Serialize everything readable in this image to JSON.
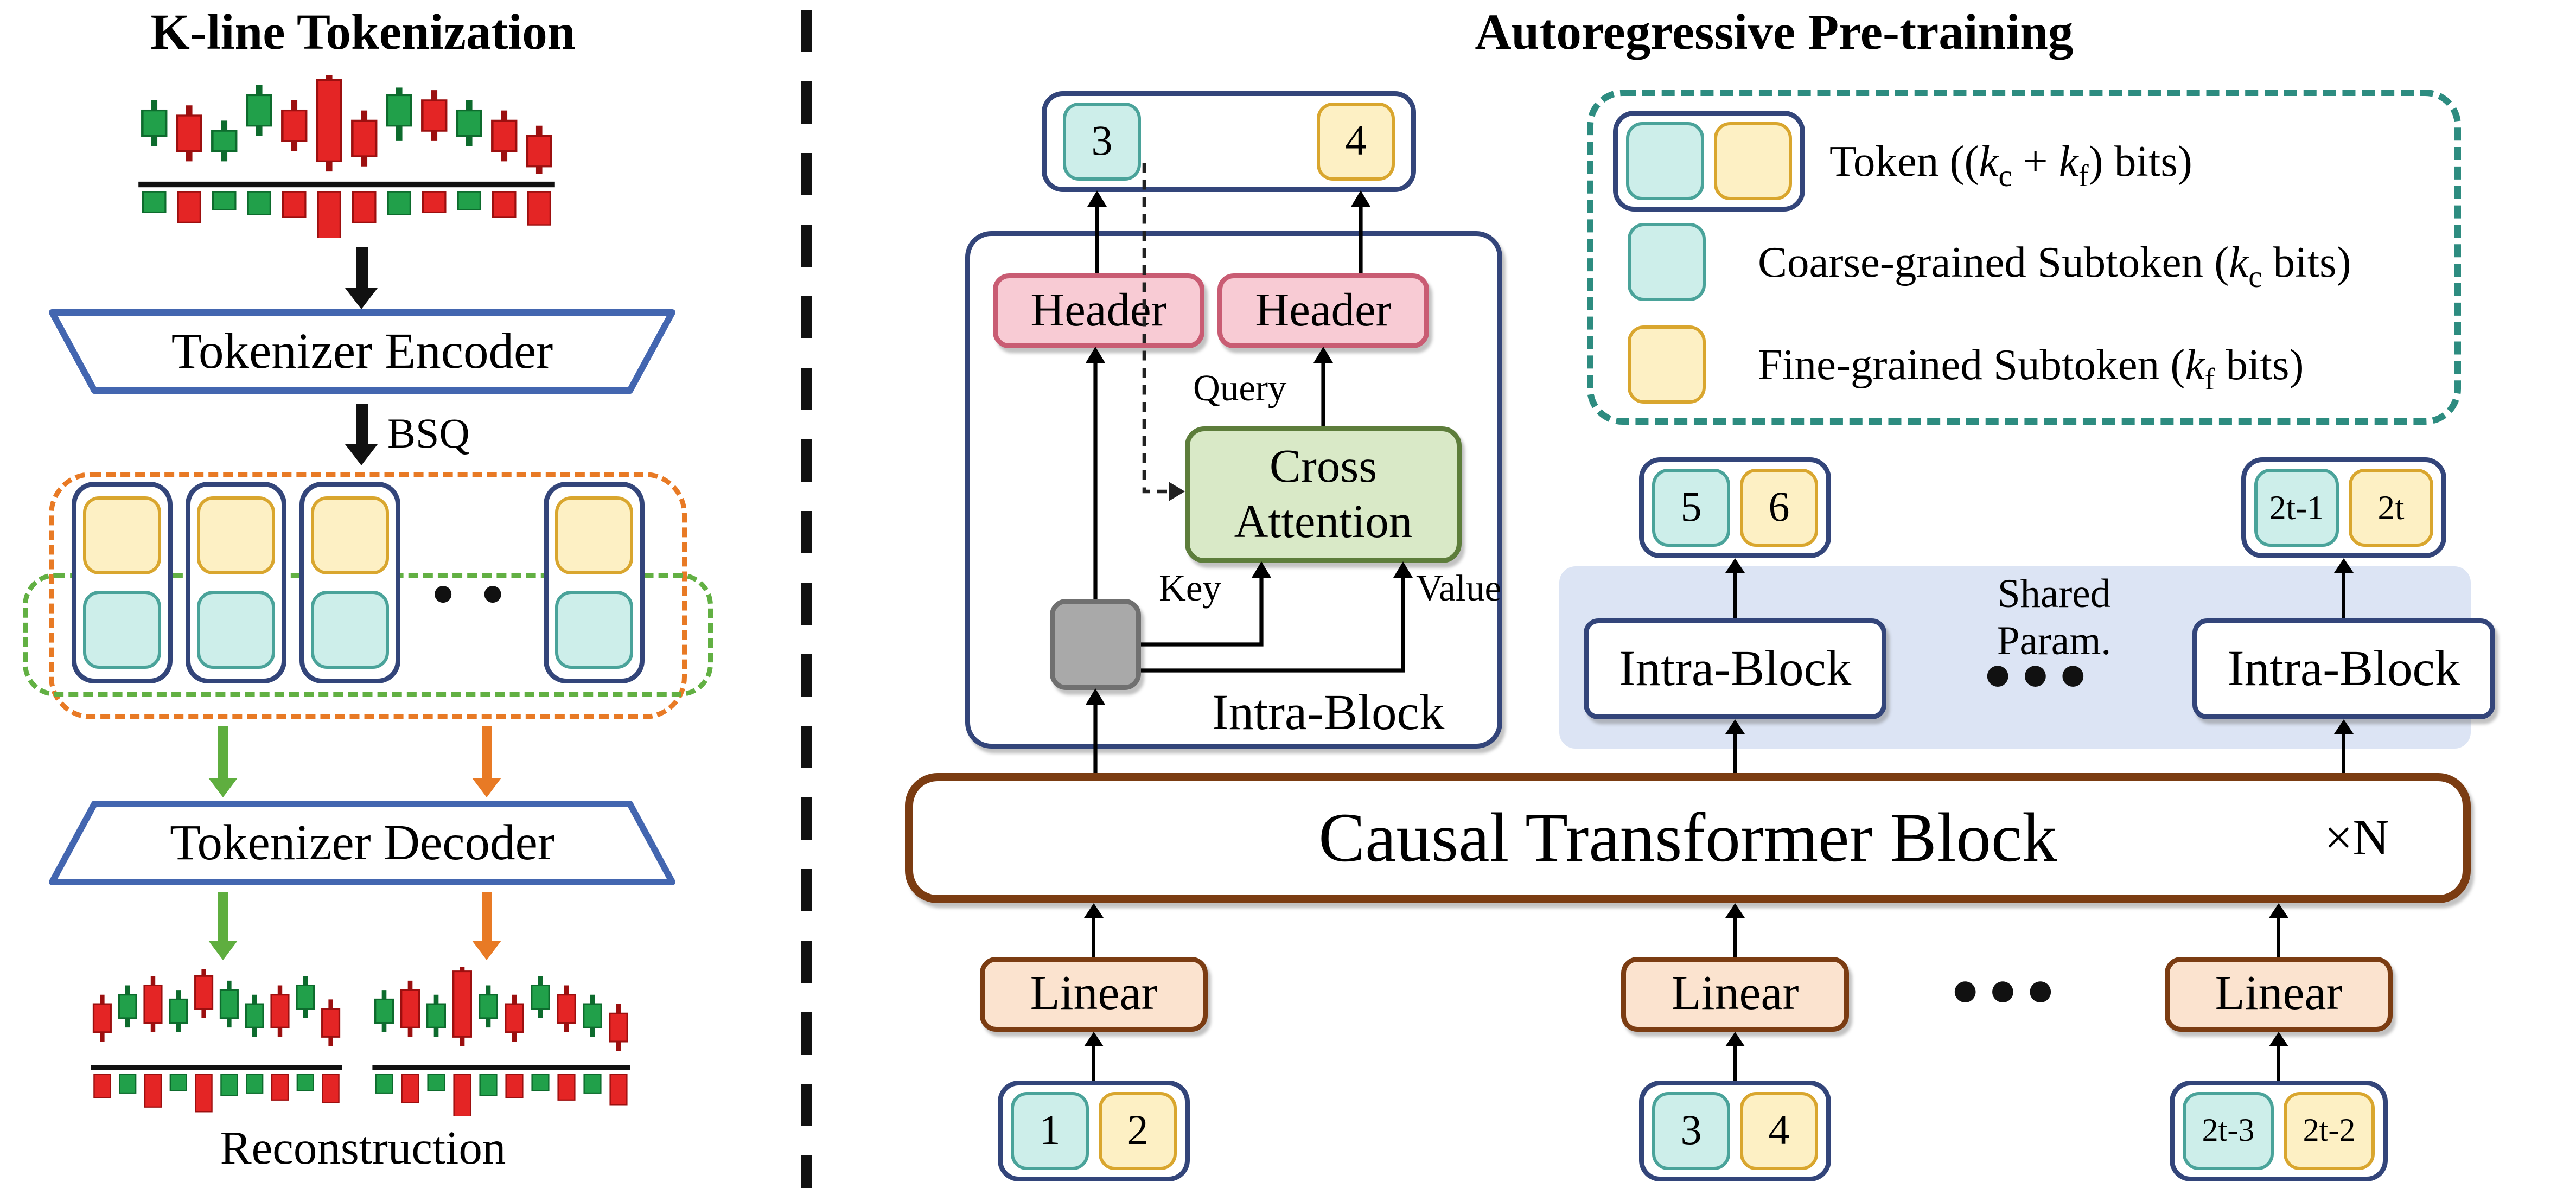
{
  "palette": {
    "coarse_fill": "#cdeeea",
    "coarse_border": "#4aa39a",
    "fine_fill": "#fdf0c4",
    "fine_border": "#d9a62e",
    "pair_border": "#33457a",
    "header_fill": "#f8cbd4",
    "header_border": "#c95c73",
    "attention_fill": "#d9e9c7",
    "attention_border": "#5d7d3b",
    "input_square_fill": "#a9a9a9",
    "causal_border": "#7b3c12",
    "linear_fill": "#fbe3cf",
    "shared_strip_fill": "#dce4f4",
    "encoder_border": "#4366b0",
    "legend_border": "#2d8c80",
    "orange_dash": "#e87a25",
    "green_dash": "#62b043",
    "candle_up": "#21a04a",
    "candle_down": "#e42525"
  },
  "left": {
    "title": "K-line Tokenization",
    "encoder_label": "Tokenizer Encoder",
    "bsq_label": "BSQ",
    "decoder_label": "Tokenizer Decoder",
    "reconstruction_label": "Reconstruction",
    "ellipsis": "● ●",
    "charts": {
      "main": {
        "candles": [
          [
            "g",
            14,
            24,
            10,
            28,
            8
          ],
          [
            "r",
            16,
            30,
            12,
            34,
            12
          ],
          [
            "g",
            22,
            30,
            18,
            34,
            7
          ],
          [
            "g",
            8,
            20,
            4,
            24,
            9
          ],
          [
            "r",
            14,
            26,
            10,
            30,
            10
          ],
          [
            "r",
            2,
            34,
            0,
            38,
            20
          ],
          [
            "r",
            18,
            32,
            14,
            36,
            12
          ],
          [
            "g",
            8,
            20,
            5,
            26,
            9
          ],
          [
            "r",
            10,
            22,
            6,
            26,
            8
          ],
          [
            "g",
            14,
            24,
            10,
            28,
            7
          ],
          [
            "r",
            18,
            30,
            14,
            34,
            10
          ],
          [
            "r",
            24,
            36,
            20,
            39,
            13
          ]
        ]
      },
      "recon_left": {
        "candles": [
          [
            "r",
            16,
            28,
            12,
            32,
            10
          ],
          [
            "g",
            12,
            22,
            8,
            26,
            8
          ],
          [
            "r",
            8,
            24,
            4,
            28,
            14
          ],
          [
            "g",
            14,
            24,
            10,
            28,
            7
          ],
          [
            "r",
            4,
            18,
            1,
            22,
            16
          ],
          [
            "g",
            10,
            22,
            6,
            26,
            9
          ],
          [
            "g",
            16,
            26,
            12,
            30,
            8
          ],
          [
            "r",
            12,
            26,
            8,
            30,
            11
          ],
          [
            "g",
            8,
            18,
            4,
            22,
            7
          ],
          [
            "r",
            18,
            30,
            14,
            34,
            12
          ]
        ]
      },
      "recon_right": {
        "candles": [
          [
            "g",
            14,
            24,
            10,
            28,
            8
          ],
          [
            "r",
            10,
            26,
            6,
            30,
            12
          ],
          [
            "g",
            16,
            26,
            12,
            30,
            7
          ],
          [
            "r",
            2,
            30,
            0,
            34,
            18
          ],
          [
            "g",
            12,
            22,
            8,
            26,
            9
          ],
          [
            "r",
            16,
            28,
            12,
            32,
            10
          ],
          [
            "g",
            8,
            18,
            4,
            22,
            7
          ],
          [
            "r",
            12,
            24,
            8,
            28,
            11
          ],
          [
            "g",
            16,
            26,
            12,
            30,
            8
          ],
          [
            "r",
            20,
            32,
            16,
            36,
            13
          ]
        ]
      }
    }
  },
  "right": {
    "title": "Autoregressive Pre-training",
    "intra_block_label": "Intra-Block",
    "header_label": "Header",
    "cross_attention_label": "Cross Attention",
    "query_label": "Query",
    "key_label": "Key",
    "value_label": "Value",
    "causal_block_label": "Causal Transformer Block",
    "repeat_label": "×N",
    "linear_label": "Linear",
    "shared_param_label": "Shared Param.",
    "ellipsis": "●●●",
    "legend": {
      "token_label": "Token ((k_c + k_f) bits)",
      "coarse_label": "Coarse-grained Subtoken (k_c bits)",
      "fine_label": "Fine-grained Subtoken (k_f bits)"
    },
    "tokens": {
      "top": {
        "coarse": "3",
        "fine": "4"
      },
      "mid_left": {
        "coarse": "5",
        "fine": "6"
      },
      "mid_right": {
        "coarse": "2t-1",
        "fine": "2t"
      },
      "bottom_left": {
        "coarse": "1",
        "fine": "2"
      },
      "bottom_mid": {
        "coarse": "3",
        "fine": "4"
      },
      "bottom_right": {
        "coarse": "2t-3",
        "fine": "2t-2"
      }
    }
  }
}
